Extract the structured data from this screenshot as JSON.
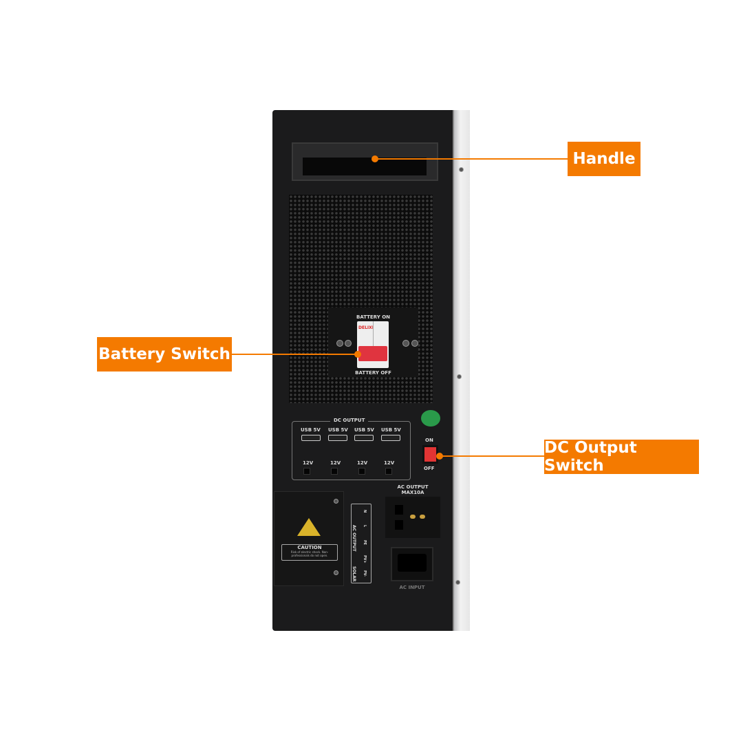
{
  "device": {
    "battery_on": "BATTERY ON",
    "battery_off": "BATTERY OFF",
    "breaker_brand": "DELIXI",
    "dc_output": "DC OUTPUT",
    "usb_labels": [
      "USB 5V",
      "USB 5V",
      "USB 5V",
      "USB 5V"
    ],
    "jack_labels": [
      "12V",
      "12V",
      "12V",
      "12V"
    ],
    "switch_on": "ON",
    "switch_off": "OFF",
    "ac_output": "AC OUTPUT",
    "ac_output_max": "MAX10A",
    "ac_input": "AC INPUT",
    "caution_title": "CAUTION",
    "caution_text": "Risk of electric shock. Non-professionals do not open.",
    "terminal_groups": [
      "AC OUTPUT",
      "SOLAR"
    ],
    "terminal_labels": [
      "N",
      "L",
      "PE",
      "PV+",
      "PV-"
    ]
  },
  "callouts": {
    "handle": "Handle",
    "battery_switch": "Battery Switch",
    "dc_output_switch": "DC Output Switch"
  },
  "colors": {
    "accent": "#f47a00"
  }
}
